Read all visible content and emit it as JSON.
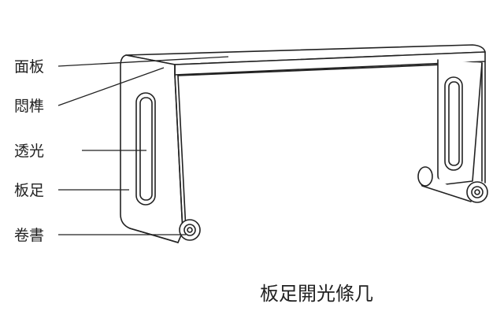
{
  "labels": {
    "panel": "面板",
    "mortise": "悶榫",
    "cutout": "透光",
    "leg": "板足",
    "scroll": "卷書"
  },
  "caption": "板足開光條几",
  "colors": {
    "ink": "#222222",
    "background": "#ffffff"
  }
}
